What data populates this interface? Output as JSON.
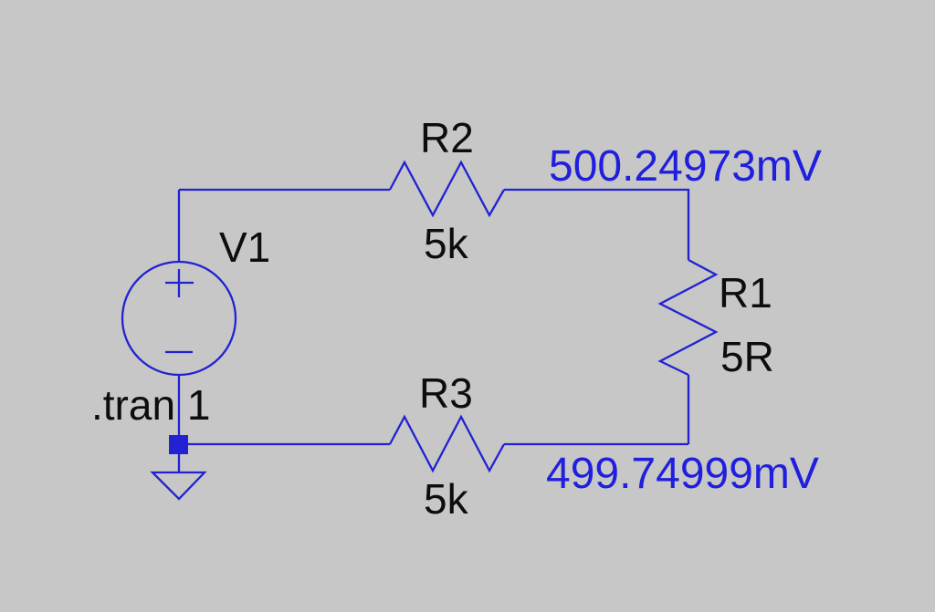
{
  "theme": {
    "bg": "#c7c7c7",
    "wire": "#2222d2",
    "ink": "#0d0d0d",
    "volt": "#1f1fdd"
  },
  "schematic": {
    "components": {
      "v1": {
        "label": "V1"
      },
      "r2": {
        "label": "R2",
        "value": "5k"
      },
      "r1": {
        "label": "R1",
        "value": "5R"
      },
      "r3": {
        "label": "R3",
        "value": "5k"
      }
    },
    "spice_directive": ".tran 1",
    "node_voltages": {
      "top": "500.24973mV",
      "bottom": "499.74999mV"
    }
  }
}
